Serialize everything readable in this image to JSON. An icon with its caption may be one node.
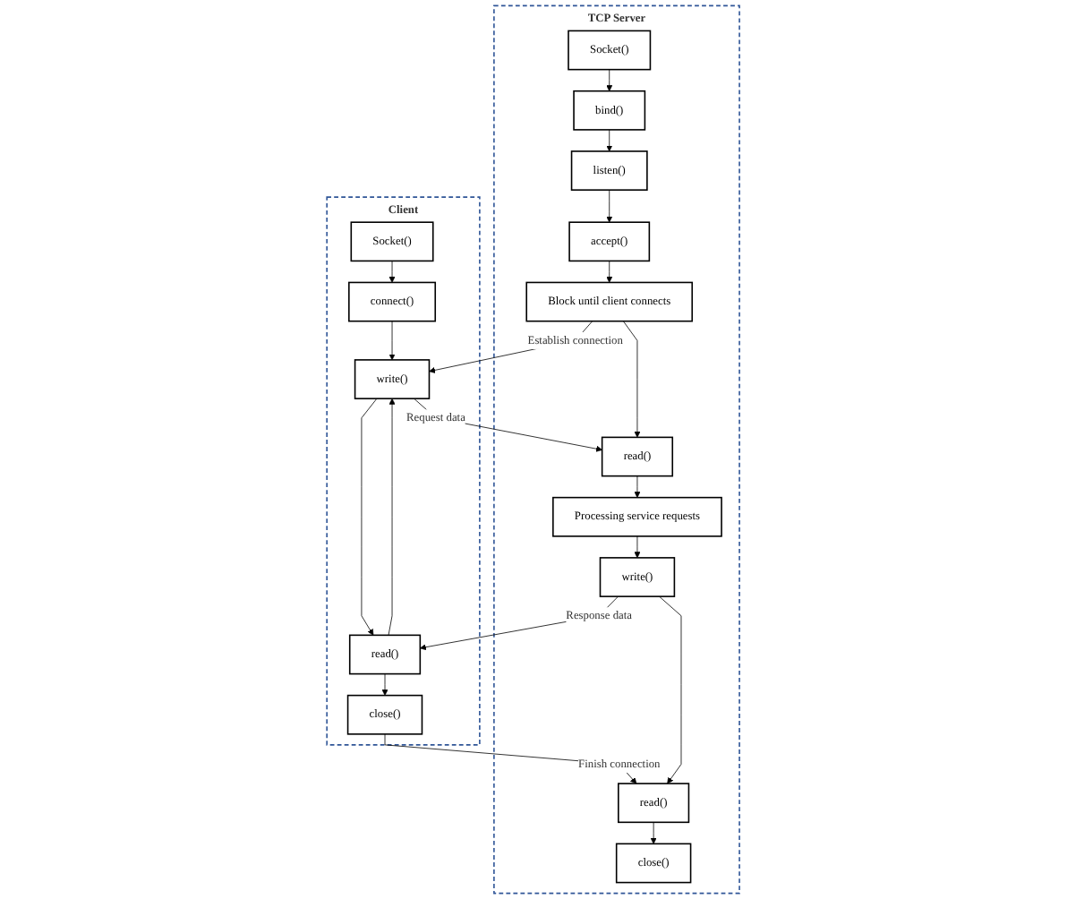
{
  "diagram": {
    "nodes": [
      {
        "text": [
          "Client"
        ]
      },
      {
        "text": [
          "Socket()"
        ],
        "in": 0
      },
      {
        "text": [
          "connect()"
        ],
        "in": 0
      },
      {
        "text": [
          "write()"
        ],
        "in": 0
      },
      {
        "text": [
          "read()"
        ],
        "in": 0
      },
      {
        "text": [
          "close()"
        ],
        "in": 0
      },
      {
        "text": [
          "TCP Server"
        ]
      },
      {
        "text": [
          "Socket()"
        ],
        "in": 6
      },
      {
        "text": [
          "bind()"
        ],
        "in": 6
      },
      {
        "text": [
          "listen()"
        ],
        "in": 6
      },
      {
        "text": [
          "accept()"
        ],
        "in": 6
      },
      {
        "text": [
          "Block until client connects"
        ],
        "in": 6
      },
      {
        "text": [
          "read()"
        ],
        "in": 6
      },
      {
        "text": [
          "Processing service requests"
        ],
        "in": 6
      },
      {
        "text": [
          "write()"
        ],
        "in": 6
      },
      {
        "text": [
          "read()"
        ],
        "in": 6
      },
      {
        "text": [
          "close()"
        ],
        "in": 6
      }
    ],
    "edges": [
      {
        "from": 1,
        "to": 2,
        "arrow": "to"
      },
      {
        "from": 2,
        "to": 3,
        "arrow": "to"
      },
      {
        "from": 11,
        "to": 3,
        "label": "Establish connection",
        "arrow": "to"
      },
      {
        "from": 3,
        "to": 12,
        "label": "Request data",
        "arrow": "to"
      },
      {
        "from": 3,
        "to": 4,
        "arrow": "to"
      },
      {
        "from": 4,
        "to": 3,
        "arrow": "to"
      },
      {
        "from": 4,
        "to": 5,
        "arrow": "to"
      },
      {
        "from": 14,
        "to": 4,
        "label": "Response data",
        "arrow": "to"
      },
      {
        "from": 5,
        "to": 15,
        "label": "Finish connection",
        "arrow": "to"
      },
      {
        "from": 7,
        "to": 8,
        "arrow": "to"
      },
      {
        "from": 8,
        "to": 9,
        "arrow": "to"
      },
      {
        "from": 9,
        "to": 10,
        "arrow": "to"
      },
      {
        "from": 10,
        "to": 11,
        "arrow": "to"
      },
      {
        "from": 11,
        "to": 12,
        "arrow": "to"
      },
      {
        "from": 12,
        "to": 13,
        "arrow": "to"
      },
      {
        "from": 13,
        "to": 14,
        "arrow": "to"
      },
      {
        "from": 14,
        "to": 15,
        "arrow": "to"
      },
      {
        "from": 15,
        "to": 16,
        "arrow": "to"
      }
    ]
  }
}
